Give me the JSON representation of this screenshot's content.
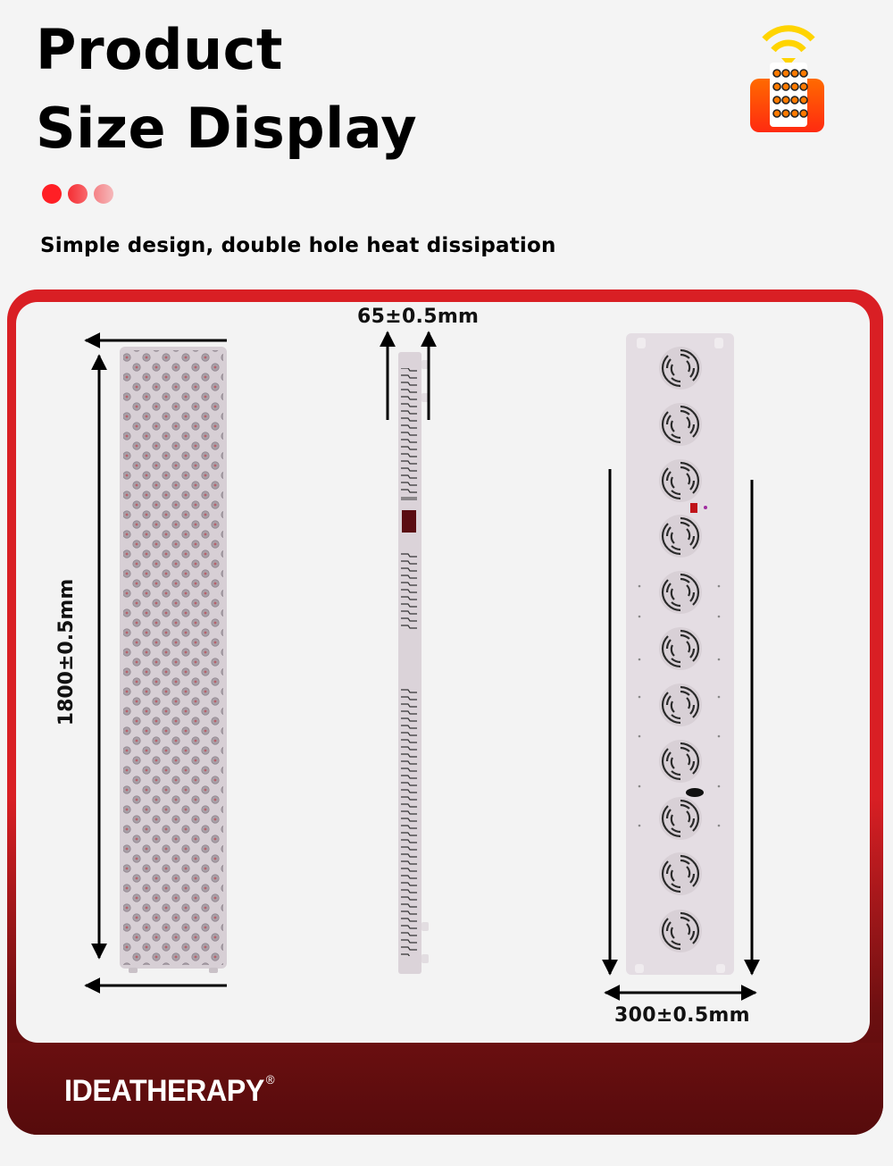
{
  "header": {
    "title_line1": "Product",
    "title_line2": "Size Display",
    "subtitle": "Simple design, double hole heat dissipation",
    "indicator_dots": [
      "#ff1f25",
      "#f84a50",
      "#f5a3a6"
    ]
  },
  "icons": {
    "top_right": "wireless-led-panel-remote-icon",
    "wifi_color": "#ffd400",
    "panel_gradient": [
      "#ff6a00",
      "#ff2a10"
    ],
    "led_color": "#ff7a00"
  },
  "dimensions": {
    "height": "1800±0.5mm",
    "depth": "65±0.5mm",
    "width": "300±0.5mm"
  },
  "views": {
    "front": "front-led-panel",
    "side": "side-profile-panel",
    "back": "back-fan-panel",
    "back_fan_count": 11
  },
  "footer": {
    "brand": "IDEATHERAPY",
    "registered_mark": "®"
  },
  "colors": {
    "frame_red": "#d91f24",
    "frame_dark": "#5a0b0c",
    "panel_body": "#e4dde3",
    "background": "#f4f4f4"
  }
}
